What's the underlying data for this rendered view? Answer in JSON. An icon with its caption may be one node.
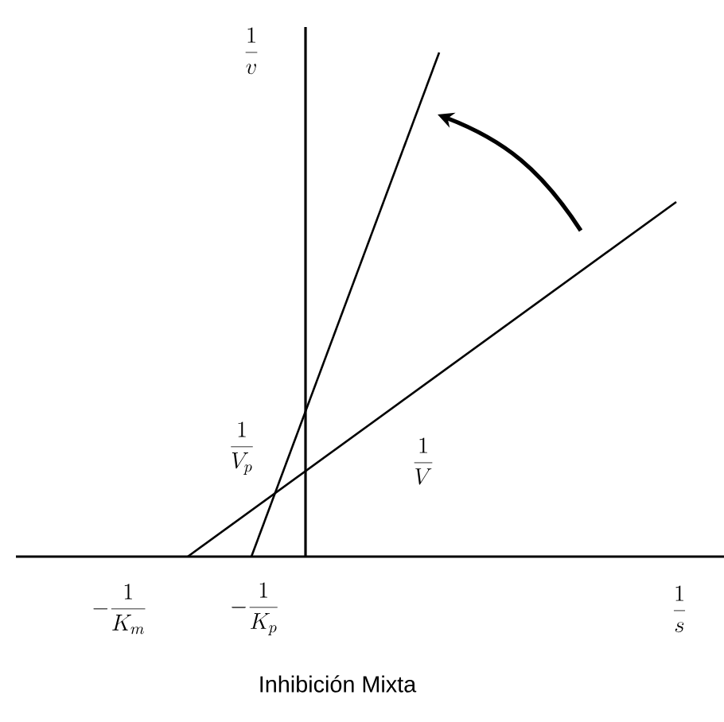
{
  "diagram": {
    "caption": "Inhibición Mixta",
    "labels": [
      "\\frac{1}{v}",
      "\\frac{1}{V_p}",
      "\\frac{1}{V}",
      "-\\frac{1}{K_m}",
      "-\\frac{1}{K_p}",
      "\\frac{1}{s}"
    ]
  }
}
